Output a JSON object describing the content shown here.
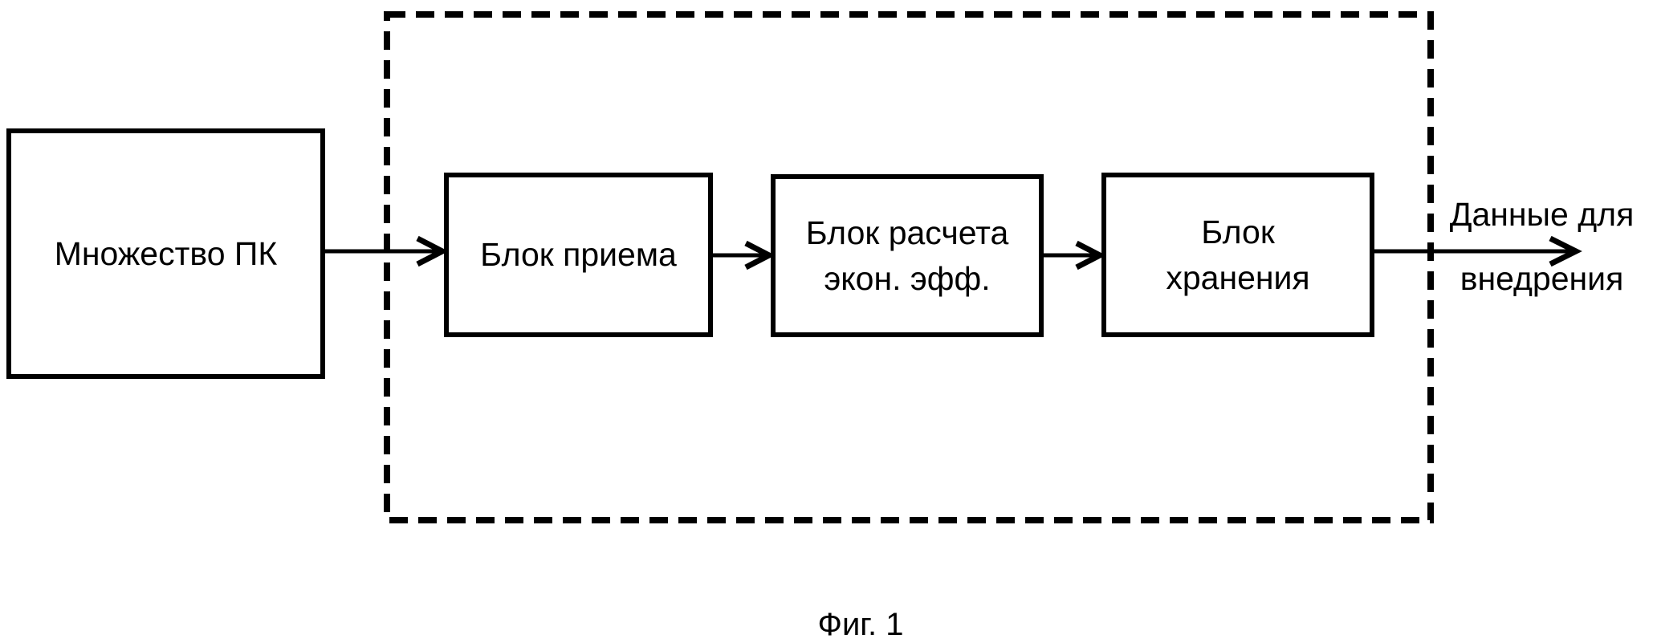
{
  "diagram": {
    "source_block": {
      "label": "Множество ПК"
    },
    "system_blocks": {
      "receive": {
        "label": "Блок приема"
      },
      "calc": {
        "label_line1": "Блок расчета",
        "label_line2": "экон. эфф."
      },
      "storage": {
        "label_line1": "Блок",
        "label_line2": "хранения"
      }
    },
    "output_annotation": {
      "line1": "Данные для",
      "line2": "внедрения"
    },
    "colors": {
      "line": "#000000",
      "background": "#ffffff"
    }
  },
  "caption": "Фиг. 1"
}
